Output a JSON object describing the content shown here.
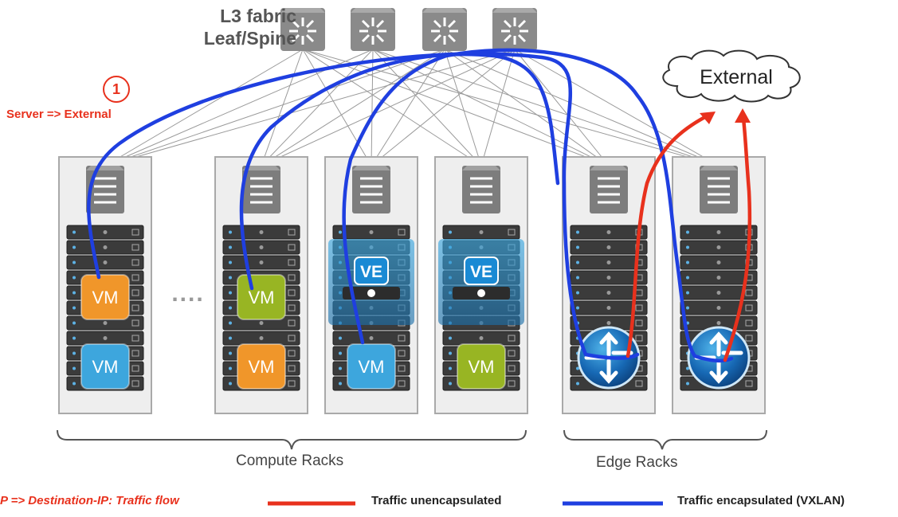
{
  "fabric": {
    "title_line1": "L3 fabric",
    "title_line2": "Leaf/Spine",
    "spine_count": 4,
    "spine_icon": "router-switch-icon"
  },
  "external": {
    "label": "External",
    "icon": "cloud-icon"
  },
  "marker": {
    "number": "1",
    "label": "Server => External"
  },
  "racks": {
    "compute": [
      {
        "slots": [
          {
            "type": "VM",
            "label": "VM",
            "color": "#f0962a"
          },
          {
            "type": "VM",
            "label": "VM",
            "color": "#3da6dd"
          }
        ]
      },
      {
        "slots": [
          {
            "type": "VM",
            "label": "VM",
            "color": "#98b523"
          },
          {
            "type": "VM",
            "label": "VM",
            "color": "#f0962a"
          }
        ]
      },
      {
        "slots": [
          {
            "type": "VE",
            "label": "VE"
          },
          {
            "type": "VM",
            "label": "VM",
            "color": "#3da6dd"
          }
        ]
      },
      {
        "slots": [
          {
            "type": "VE",
            "label": "VE"
          },
          {
            "type": "VM",
            "label": "VM",
            "color": "#98b523"
          }
        ]
      }
    ],
    "edge": [
      {
        "icon": "edge-router-icon"
      },
      {
        "icon": "edge-router-icon"
      }
    ],
    "ellipsis": "....",
    "compute_label": "Compute Racks",
    "edge_label": "Edge Racks"
  },
  "legend": {
    "flow_label": "P => Destination-IP: Traffic flow",
    "unencapsulated": {
      "label": "Traffic unencapsulated",
      "color": "#e8311d"
    },
    "encapsulated": {
      "label": "Traffic encapsulated (VXLAN)",
      "color": "#1f3fe0"
    }
  },
  "colors": {
    "rack_border": "#a9a9a9",
    "rack_fill": "#eeeeee",
    "server": "#3b3b3b",
    "switch": "#7d7d7d",
    "mesh": "#9a9a9a"
  }
}
